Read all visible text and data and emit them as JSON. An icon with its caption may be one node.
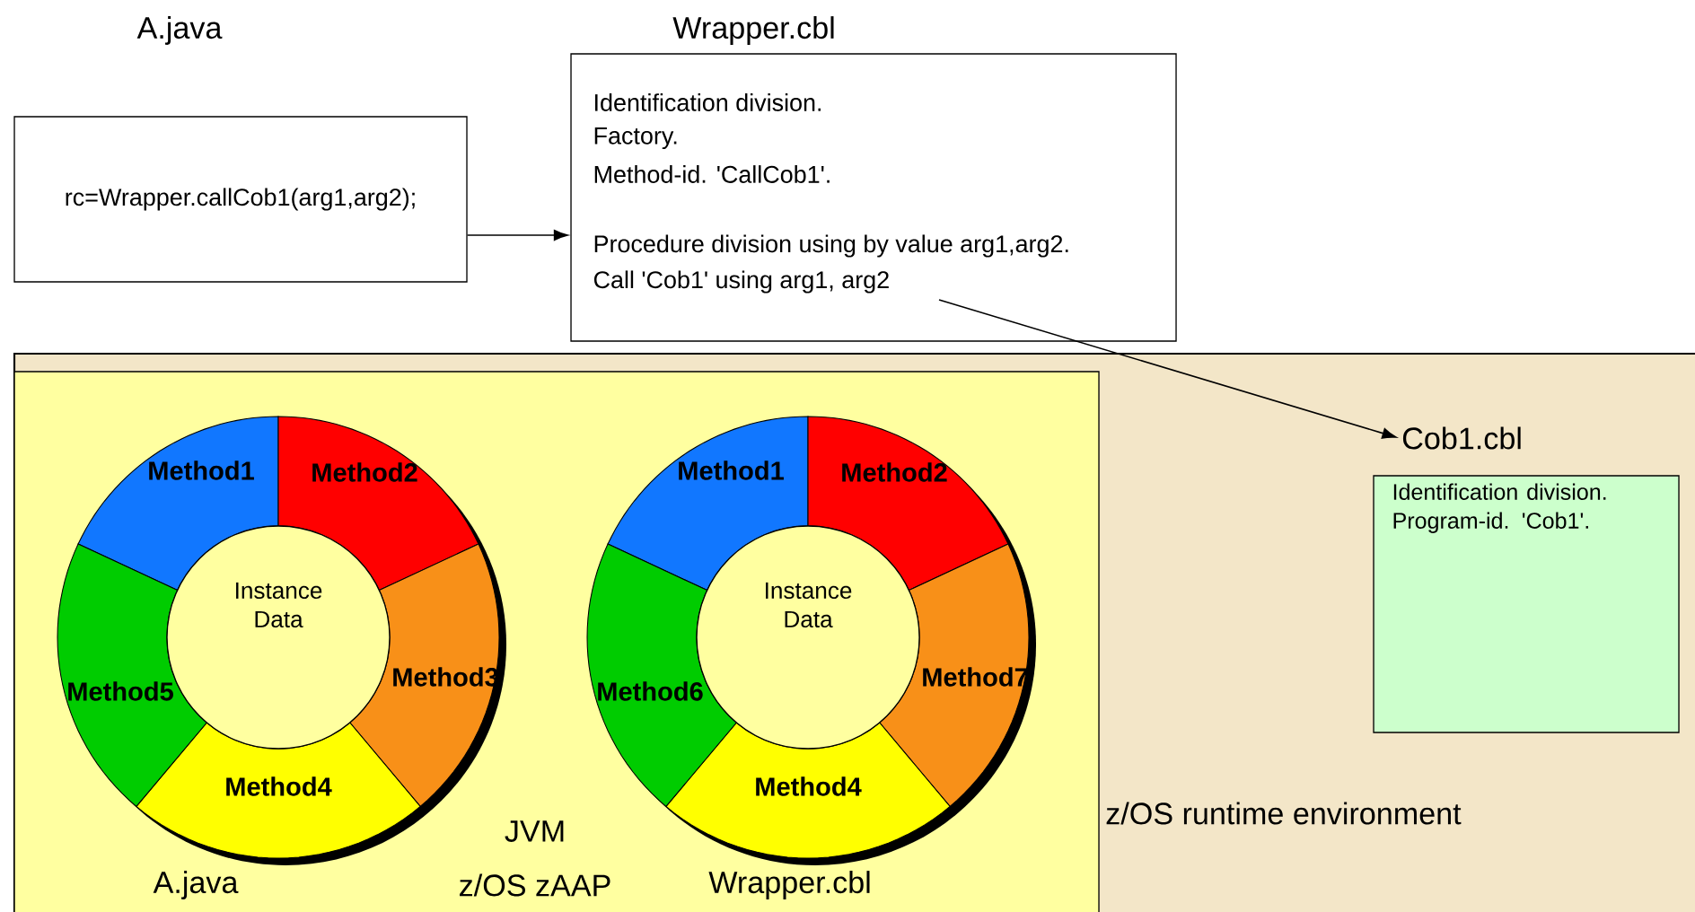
{
  "diagram": {
    "nodes": [
      {
        "text": [
          "A.java",
          "rc=Wrapper.callCob1(arg1,arg2);"
        ]
      },
      {
        "text": [
          "Wrapper.cbl",
          "Identification division.",
          "Factory.",
          "Method-id. 'CallCob1'.",
          "Procedure division using by value arg1,arg2.",
          "Call 'Cob1' using arg1, arg2"
        ]
      },
      {
        "text": [
          "z/OS runtime environment"
        ]
      },
      {
        "text": [],
        "shape": "box",
        "in": 2
      },
      {
        "text": [
          "Instance Data"
        ],
        "in": 3
      },
      {
        "text": [
          "Method1"
        ],
        "in": 3
      },
      {
        "text": [
          "Method2"
        ],
        "in": 3
      },
      {
        "text": [
          "Method3"
        ],
        "in": 3
      },
      {
        "text": [
          "Method4"
        ],
        "in": 3
      },
      {
        "text": [
          "Method5"
        ],
        "in": 3
      },
      {
        "text": [
          "Instance Data"
        ],
        "in": 3
      },
      {
        "text": [
          "Method1"
        ],
        "in": 3
      },
      {
        "text": [
          "Method2"
        ],
        "in": 3
      },
      {
        "text": [
          "Method7"
        ],
        "in": 3
      },
      {
        "text": [
          "Method4"
        ],
        "in": 3
      },
      {
        "text": [
          "Method6"
        ],
        "in": 3
      },
      {
        "text": [
          "Cob1.cbl",
          "Identification division. Program-id. 'Cob1'."
        ],
        "in": 2
      }
    ],
    "edges": [
      {
        "from": 0,
        "to": 1,
        "arrow": "to"
      },
      {
        "from": 1,
        "to": 16,
        "arrow": "to"
      }
    ],
    "labels": [
      "JVM",
      "A.java",
      "z/OS zAAP",
      "Wrapper.cbl"
    ]
  }
}
